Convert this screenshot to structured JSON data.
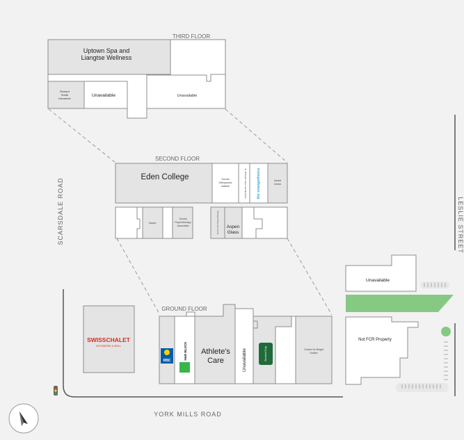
{
  "floors": {
    "third": {
      "label": "THIRD FLOOR",
      "units": {
        "spa_line1": "Uptown Spa and",
        "spa_line2": "Liangtse Wellness",
        "richard_line1": "Richard",
        "richard_line2": "Smith",
        "richard_line3": "Insurance",
        "unavailable_left": "Unavailable",
        "unavailable_right": "Unavailable"
      }
    },
    "second": {
      "label": "SECOND FLOOR",
      "units": {
        "eden": "Eden College",
        "unit_a_line1": "Toronto",
        "unit_a_line2": "Orthopaedic",
        "unit_a_line3": "Institute",
        "unit_b": "St. Michael's Sport and Medicine",
        "unit_c": "the orangetheory",
        "unit_d_line1": "Dental",
        "unit_d_line2": "Centre",
        "unit_e": "Vacant",
        "unit_f_line1": "Toronto",
        "unit_f_line2": "Psychotherapy",
        "unit_f_line3": "Associates",
        "unit_g": "North York Physiotherapy",
        "aspen_line1": "Aspen",
        "aspen_line2": "Glass"
      }
    },
    "ground": {
      "label": "GROUND FLOOR",
      "units": {
        "rbc": "RBC",
        "hr_block": "H&R BLOCK",
        "athletes_line1": "Athlete's",
        "athletes_line2": "Care",
        "unavailable": "Unavailable",
        "bean_logo": "Second Cup",
        "smile_line1": "Centre for Bright",
        "smile_line2": "Smiles"
      }
    }
  },
  "pads": {
    "swiss_chalet_line1": "SWISSCHALET",
    "swiss_chalet_line2": "ROTISSERIE & GRILL",
    "unavailable_east": "Unavailable",
    "not_fcr": "Not FCR Property"
  },
  "streets": {
    "scarsdale": "SCARSDALE ROAD",
    "leslie": "LESLIE STREET",
    "york_mills": "YORK MILLS ROAD"
  },
  "colors": {
    "background": "#f2f2f2",
    "unit_grey": "#e4e4e4",
    "unit_white": "#ffffff",
    "outline": "#8c8c8c",
    "green_strip": "#86c983",
    "swiss_red": "#d52b1e",
    "rbc_blue": "#005daa",
    "rbc_gold": "#ffd200",
    "hr_green": "#39b54a",
    "orange_theory": "#2aa9e0",
    "bean_green": "#1f6b3a"
  },
  "icons": {
    "compass": "compass-icon",
    "traffic_light": "traffic-light-icon"
  }
}
